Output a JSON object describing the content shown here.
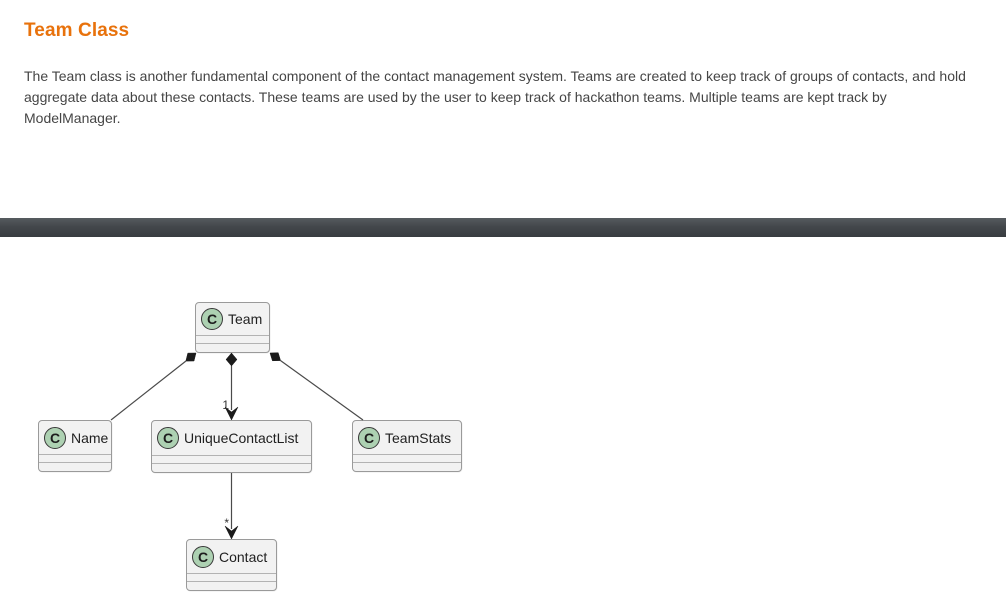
{
  "header": {
    "title": "Team Class"
  },
  "paragraph": {
    "lines": [
      "The Team class is another fundamental component of the contact management system. Teams are created to keep track of groups of contacts, and hold",
      "aggregate data about these contacts. These teams are used by the user to keep track of hackathon teams. Multiple teams are kept track by",
      "ModelManager."
    ]
  },
  "colors": {
    "heading_orange": "#e8720c",
    "body_text": "#454545",
    "divider_dark": "#3f4448",
    "class_box_fill": "#f2f2f2",
    "class_box_border": "#9a9a9a",
    "class_circle_green": "#add1b2",
    "edge_line": "#4a4a4a"
  },
  "diagram": {
    "type": "uml-class-diagram",
    "classes": [
      {
        "id": "team",
        "stereotype": "C",
        "name": "Team"
      },
      {
        "id": "name",
        "stereotype": "C",
        "name": "Name"
      },
      {
        "id": "uniqueContactList",
        "stereotype": "C",
        "name": "UniqueContactList"
      },
      {
        "id": "teamStats",
        "stereotype": "C",
        "name": "TeamStats"
      },
      {
        "id": "contact",
        "stereotype": "C",
        "name": "Contact"
      }
    ],
    "relationships": [
      {
        "from": "Team",
        "to": "Name",
        "type": "composition",
        "label": ""
      },
      {
        "from": "Team",
        "to": "UniqueContactList",
        "type": "composition-with-arrow",
        "label": "1"
      },
      {
        "from": "Team",
        "to": "TeamStats",
        "type": "composition",
        "label": ""
      },
      {
        "from": "UniqueContactList",
        "to": "Contact",
        "type": "directed-association",
        "label": "*"
      }
    ]
  }
}
